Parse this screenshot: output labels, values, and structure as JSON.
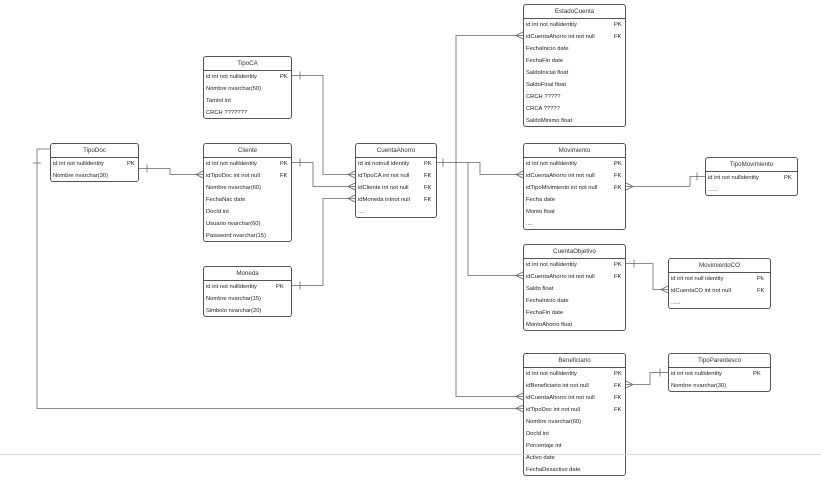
{
  "diagram": {
    "entities": [
      {
        "id": "tipodoc",
        "title": "TipoDoc",
        "rows": [
          {
            "text": "id int not nullidentity",
            "key": "PK"
          },
          {
            "text": "Nombre nvarchar(30)",
            "key": ""
          }
        ]
      },
      {
        "id": "tipoca",
        "title": "TipoCA",
        "rows": [
          {
            "text": "id int not nullidentity",
            "key": "PK"
          },
          {
            "text": "Nombre nvarchar(50)",
            "key": ""
          },
          {
            "text": "TamInl int",
            "key": ""
          },
          {
            "text": "CRCH ???????",
            "key": ""
          }
        ]
      },
      {
        "id": "cliente",
        "title": "Cliente",
        "rows": [
          {
            "text": "id int not nullidentity",
            "key": "PK"
          },
          {
            "text": "idTipoDoc int not null",
            "key": "FK"
          },
          {
            "text": "Nombre nvarchar(60)",
            "key": ""
          },
          {
            "text": "FechaNac date",
            "key": ""
          },
          {
            "text": "DocId int",
            "key": ""
          },
          {
            "text": "Usuario nvarchar(60)",
            "key": ""
          },
          {
            "text": "Password nvarchar(15)",
            "key": ""
          }
        ]
      },
      {
        "id": "moneda",
        "title": "Moneda",
        "rows": [
          {
            "text": "id int not nullidentity",
            "key": "PK"
          },
          {
            "text": "Nombre nvarchar(15)",
            "key": ""
          },
          {
            "text": "Simbolo  nvarchar(20)",
            "key": ""
          }
        ]
      },
      {
        "id": "cuentaahorro",
        "title": "CuentaAhorro",
        "rows": [
          {
            "text": "Id int notnull identity",
            "key": "PK"
          },
          {
            "text": "idTipoCA int not null",
            "key": "FK"
          },
          {
            "text": "idCliente int not null",
            "key": "FK"
          },
          {
            "text": "idMoneda intnot null",
            "key": "FK"
          },
          {
            "text": "....",
            "key": ""
          }
        ]
      },
      {
        "id": "estadocuenta",
        "title": "EstadoCuenta",
        "rows": [
          {
            "text": "id int not nullidentity",
            "key": "PK"
          },
          {
            "text": "idCuentaAhorro int not null",
            "key": "FK"
          },
          {
            "text": "FechaInicio date",
            "key": ""
          },
          {
            "text": "FechaFin date",
            "key": ""
          },
          {
            "text": "SaldoInicial float",
            "key": ""
          },
          {
            "text": "SaldoFinal float",
            "key": ""
          },
          {
            "text": "CRCH ?????",
            "key": ""
          },
          {
            "text": "CRCA ?????",
            "key": ""
          },
          {
            "text": "SaldoMinimo float",
            "key": ""
          }
        ]
      },
      {
        "id": "movimiento",
        "title": "Movimiento",
        "rows": [
          {
            "text": "id int not nullidentity",
            "key": "PK"
          },
          {
            "text": "idCuentaAhorro int not null",
            "key": "FK"
          },
          {
            "text": "idTipoMivimiento int not null",
            "key": "FK"
          },
          {
            "text": "Fecha date",
            "key": ""
          },
          {
            "text": "Monto float",
            "key": ""
          },
          {
            "text": "....",
            "key": ""
          }
        ]
      },
      {
        "id": "tipomovimiento",
        "title": "TipoMovimiento",
        "rows": [
          {
            "text": "id int not nullidentity",
            "key": "PK"
          },
          {
            "text": "......",
            "key": ""
          }
        ]
      },
      {
        "id": "cuentaobjetivo",
        "title": "CuentaObjetivo",
        "rows": [
          {
            "text": "id int not nullidentity",
            "key": "PK"
          },
          {
            "text": "idCuentaAhorro int not null",
            "key": "FK"
          },
          {
            "text": "Saldo float",
            "key": ""
          },
          {
            "text": "FechaInicio date",
            "key": ""
          },
          {
            "text": "FechaFin date",
            "key": ""
          },
          {
            "text": "MontoAhorro float",
            "key": ""
          }
        ]
      },
      {
        "id": "movimientoco",
        "title": "MovimientoCO",
        "rows": [
          {
            "text": "id int not null identity",
            "key": "Pk"
          },
          {
            "text": "idCuentaCO int not null",
            "key": "FK"
          },
          {
            "text": "......",
            "key": ""
          }
        ]
      },
      {
        "id": "beneficiario",
        "title": "Beneficiario",
        "rows": [
          {
            "text": "id int not nullidentity",
            "key": "PK"
          },
          {
            "text": "idBeneficiario int not null",
            "key": "FK"
          },
          {
            "text": "idCuentaAhorro int not null",
            "key": "FK"
          },
          {
            "text": "idTipoDoc int not null",
            "key": "FK"
          },
          {
            "text": "Nombre nvarchar(60)",
            "key": ""
          },
          {
            "text": "DocId int",
            "key": ""
          },
          {
            "text": "Porcentaje int",
            "key": ""
          },
          {
            "text": "Activo date",
            "key": ""
          },
          {
            "text": "FechaDesactivo date",
            "key": ""
          }
        ]
      },
      {
        "id": "tipoparentesco",
        "title": "TipoParentesco",
        "rows": [
          {
            "text": "id int not nullidentity",
            "key": "PK"
          },
          {
            "text": "Nombre nvarchar(30)",
            "key": ""
          }
        ]
      }
    ],
    "relationships": [
      {
        "from": "tipodoc",
        "to": "cliente"
      },
      {
        "from": "tipodoc",
        "to": "beneficiario"
      },
      {
        "from": "tipoca",
        "to": "cuentaahorro"
      },
      {
        "from": "cliente",
        "to": "cuentaahorro"
      },
      {
        "from": "moneda",
        "to": "cuentaahorro"
      },
      {
        "from": "cuentaahorro",
        "to": "estadocuenta"
      },
      {
        "from": "cuentaahorro",
        "to": "movimiento"
      },
      {
        "from": "cuentaahorro",
        "to": "cuentaobjetivo"
      },
      {
        "from": "cuentaahorro",
        "to": "beneficiario"
      },
      {
        "from": "tipomovimiento",
        "to": "movimiento"
      },
      {
        "from": "cuentaobjetivo",
        "to": "movimientoco"
      },
      {
        "from": "tipoparentesco",
        "to": "beneficiario"
      }
    ],
    "line_color": "#666666"
  }
}
